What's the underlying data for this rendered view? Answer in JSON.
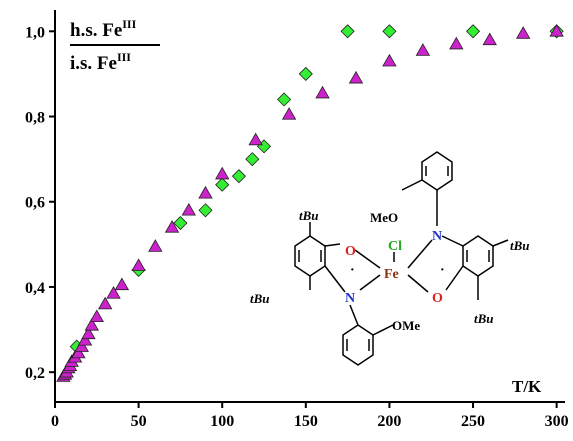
{
  "chart_data": {
    "type": "scatter",
    "xlim": [
      0,
      305
    ],
    "ylim": [
      0.13,
      1.05
    ],
    "x_ticks": [
      0,
      50,
      100,
      150,
      200,
      250,
      300
    ],
    "x_tick_labels": [
      "0",
      "50",
      "100",
      "150",
      "200",
      "250",
      "300"
    ],
    "y_ticks": [
      0.2,
      0.4,
      0.6,
      0.8,
      1.0
    ],
    "y_tick_labels": [
      "0,2",
      "0,4",
      "0,6",
      "0,8",
      "1,0"
    ],
    "xlabel": "T/K",
    "ylabel": {
      "numerator": "h.s. Fe",
      "numerator_sup": "III",
      "denominator": "i.s. Fe",
      "denominator_sup": "III"
    },
    "grid": false,
    "series": [
      {
        "marker": "diamond",
        "color": "#33ee33",
        "x": [
          13,
          50,
          75,
          90,
          100,
          110,
          118,
          125,
          137,
          150,
          175,
          200,
          250,
          300
        ],
        "y": [
          0.26,
          0.44,
          0.55,
          0.58,
          0.64,
          0.66,
          0.7,
          0.73,
          0.84,
          0.9,
          1.0,
          1.0,
          1.0,
          1.0
        ]
      },
      {
        "marker": "triangle",
        "color": "#cc22cc",
        "x": [
          5,
          6,
          7,
          8,
          9,
          10,
          12,
          14,
          16,
          18,
          20,
          22,
          25,
          30,
          35,
          40,
          50,
          60,
          70,
          80,
          90,
          100,
          120,
          140,
          160,
          180,
          200,
          220,
          240,
          260,
          280,
          300
        ],
        "y": [
          0.19,
          0.195,
          0.2,
          0.21,
          0.215,
          0.225,
          0.235,
          0.245,
          0.26,
          0.275,
          0.29,
          0.31,
          0.33,
          0.36,
          0.385,
          0.405,
          0.45,
          0.495,
          0.54,
          0.58,
          0.62,
          0.665,
          0.745,
          0.805,
          0.855,
          0.89,
          0.93,
          0.955,
          0.97,
          0.98,
          0.995,
          1.0
        ]
      }
    ]
  },
  "structure": {
    "tBu_left_top": "tBu",
    "tBu_left_bottom": "tBu",
    "tBu_right_top": "tBu",
    "tBu_right_bottom": "tBu",
    "O_left": "O",
    "N_left": "N",
    "O_right": "O",
    "N_right": "N",
    "Fe": "Fe",
    "Cl": "Cl",
    "MeO": "MeO",
    "OMe": "OMe",
    "radical_left": "·",
    "radical_right": "·"
  },
  "colors": {
    "axis": "#000000",
    "N": "#2233cc",
    "O": "#dd2222",
    "Cl": "#22aa22",
    "Fe": "#883311"
  }
}
